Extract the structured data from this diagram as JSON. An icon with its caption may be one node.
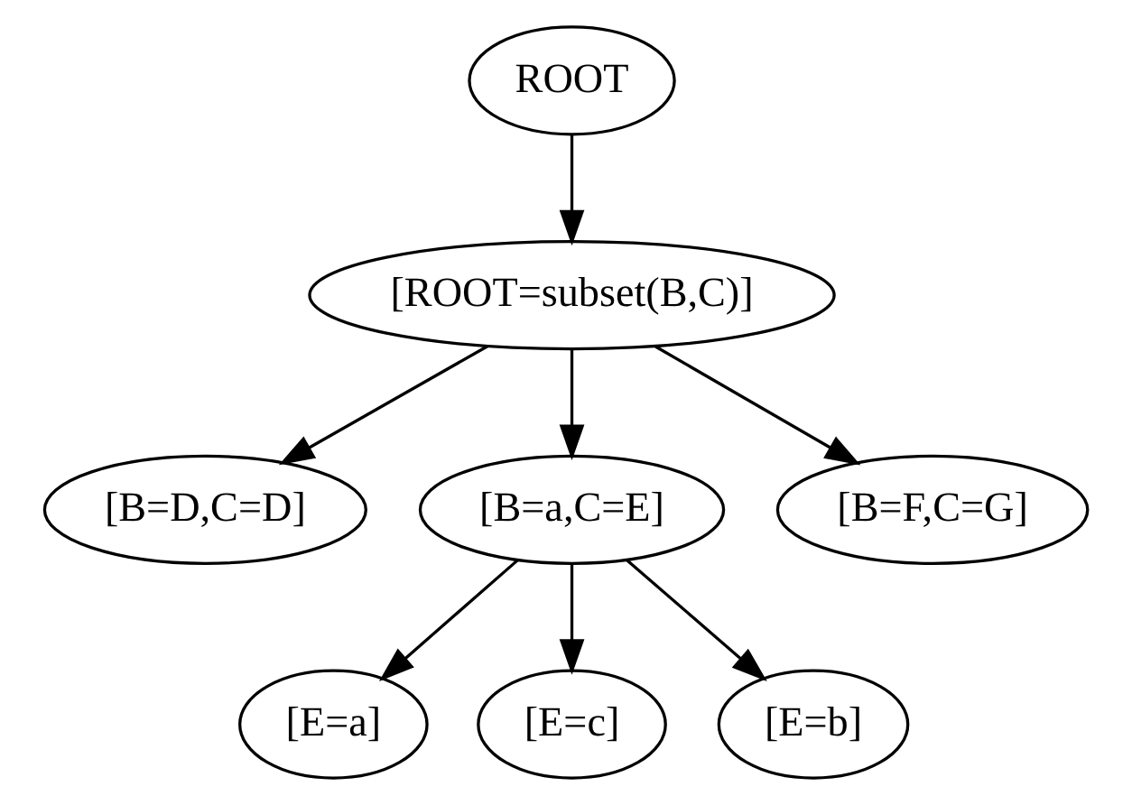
{
  "diagram": {
    "nodes": [
      {
        "text": [
          "ROOT"
        ]
      },
      {
        "text": [
          "[ROOT=subset(B,C)]"
        ]
      },
      {
        "text": [
          "[B=D,C=D]"
        ]
      },
      {
        "text": [
          "[B=a,C=E]"
        ]
      },
      {
        "text": [
          "[B=F,C=G]"
        ]
      },
      {
        "text": [
          "[E=a]"
        ]
      },
      {
        "text": [
          "[E=c]"
        ]
      },
      {
        "text": [
          "[E=b]"
        ]
      }
    ],
    "edges": [
      {
        "from": 0,
        "to": 1,
        "arrow": "to"
      },
      {
        "from": 1,
        "to": 2,
        "arrow": "to"
      },
      {
        "from": 1,
        "to": 3,
        "arrow": "to"
      },
      {
        "from": 1,
        "to": 4,
        "arrow": "to"
      },
      {
        "from": 3,
        "to": 5,
        "arrow": "to"
      },
      {
        "from": 3,
        "to": 6,
        "arrow": "to"
      },
      {
        "from": 3,
        "to": 7,
        "arrow": "to"
      }
    ]
  }
}
